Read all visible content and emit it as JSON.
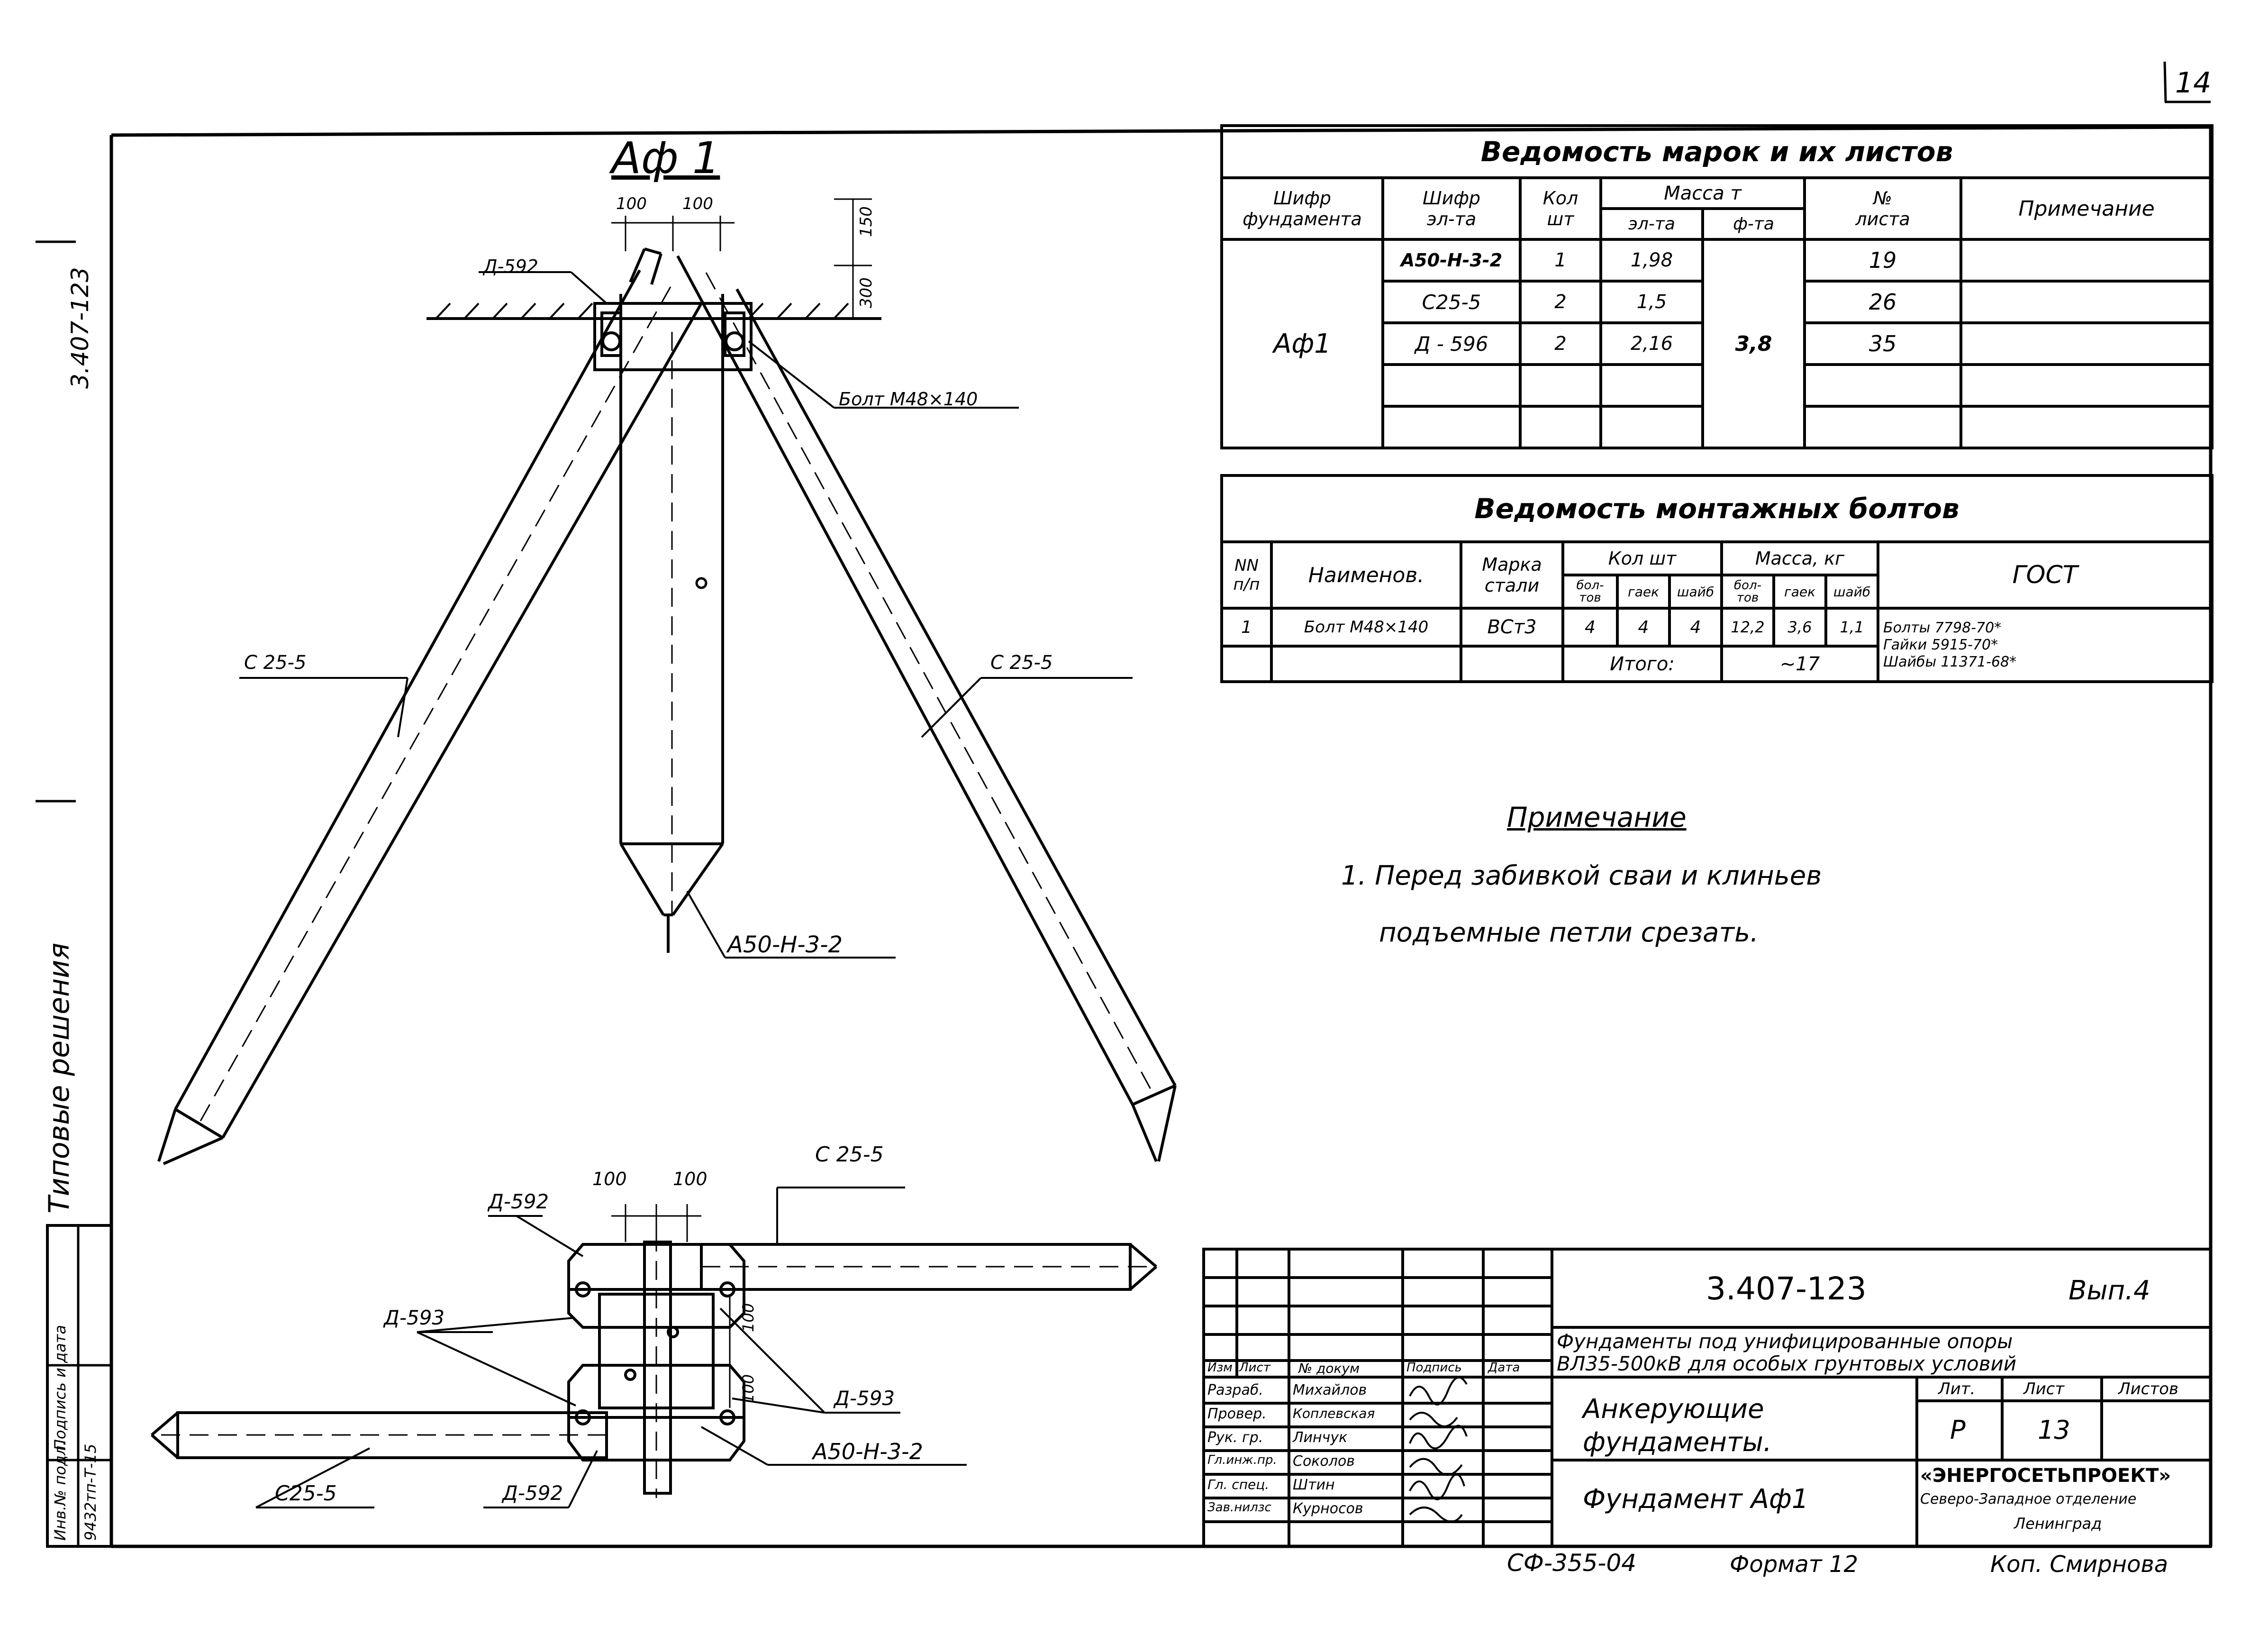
{
  "sheet_corner": "14",
  "left_margin": {
    "series_code": "3.407-123",
    "typical": "Типовые решения",
    "inv_header": "Инв.№ подл.",
    "sign_header": "Подпись и дата",
    "inv_value": "9432тп-Т-15"
  },
  "drawing_title": "Аф 1",
  "section_labels": {
    "d100a": "100",
    "d100b": "100",
    "d150": "150",
    "d300": "300",
    "d592": "Д-592",
    "bolt": "Болт  М48×140",
    "c255_left": "С 25-5",
    "c255_right": "С 25-5",
    "a50": "А50-Н-3-2"
  },
  "plan_labels": {
    "c255_top": "С 25-5",
    "c255_bottom": "С25-5",
    "d592_top": "Д-592",
    "d592_bottom": "Д-592",
    "d593_left": "Д-593",
    "d593_right": "Д-593",
    "a50": "А50-Н-3-2",
    "d100a": "100",
    "d100b": "100",
    "d100c": "100",
    "d100d": "100"
  },
  "marks_table": {
    "title": "Ведомость   марок   и   их   листов",
    "headers": {
      "found": "Шифр\nфундамента",
      "elem": "Шифр\nэл-та",
      "qty": "Кол\nшт",
      "mass": "Масса т",
      "mass_el": "эл-та",
      "mass_f": "ф-та",
      "sheet": "№\nлиста",
      "note": "Примечание"
    },
    "foundation": "Аф1",
    "total_mass": "3,8",
    "rows": [
      {
        "elem": "А50-Н-3-2",
        "qty": "1",
        "mass": "1,98",
        "sheet": "19"
      },
      {
        "elem": "С25-5",
        "qty": "2",
        "mass": "1,5",
        "sheet": "26"
      },
      {
        "elem": "Д - 596",
        "qty": "2",
        "mass": "2,16",
        "sheet": "35"
      }
    ]
  },
  "bolts_table": {
    "title": "Ведомость   монтажных   болтов",
    "headers": {
      "nn": "NN\nп/п",
      "name": "Наименов.",
      "steel": "Марка\nстали",
      "qty": "Кол  шт",
      "mass": "Масса, кг",
      "bolts": "бол-\nтов",
      "nuts": "гаек",
      "wash": "шайб",
      "gost": "ГОСТ"
    },
    "row": {
      "n": "1",
      "name": "Болт М48×140",
      "steel": "ВСт3",
      "q_bolt": "4",
      "q_nut": "4",
      "q_wash": "4",
      "m_bolt": "12,2",
      "m_nut": "3,6",
      "m_wash": "1,1",
      "gost": "Болты 7798-70*\nГайки 5915-70*\nШайбы 11371-68*"
    },
    "total_label": "Итого:",
    "total_value": "~17"
  },
  "note": {
    "title": "Примечание",
    "line1": "1.  Перед  забивкой  сваи  и  клиньев",
    "line2": "подъемные  петли  срезать."
  },
  "title_block": {
    "code": "3.407-123",
    "issue": "Вып.4",
    "desc1": "Фундаменты под унифицированные опоры",
    "desc2": "ВЛ35-500кВ для особых грунтовых условий",
    "name1": "Анкерующие",
    "name2": "фундаменты.",
    "name3": "Фундамент  Аф1",
    "lit_h": "Лит.",
    "sheet_h": "Лист",
    "sheets_h": "Листов",
    "lit": "Р",
    "sheet": "13",
    "org1": "«ЭНЕРГОСЕТЬПРОЕКТ»",
    "org2": "Северо-Западное отделение",
    "org3": "Ленинград",
    "hdr": [
      "Изм",
      "Лист",
      "№ докум",
      "Подпись",
      "Дата"
    ],
    "people": [
      {
        "role": "Разраб.",
        "name": "Михайлов"
      },
      {
        "role": "Провер.",
        "name": "Коплевская"
      },
      {
        "role": "Рук. гр.",
        "name": "Линчук"
      },
      {
        "role": "Гл.инж.пр.",
        "name": "Соколов"
      },
      {
        "role": "Гл. спец.",
        "name": "Штин"
      },
      {
        "role": "Зав.нилзс",
        "name": "Курносов"
      }
    ]
  },
  "footer": {
    "code": "СФ-355-04",
    "format": "Формат 12",
    "copied": "Коп. Смирнова"
  }
}
